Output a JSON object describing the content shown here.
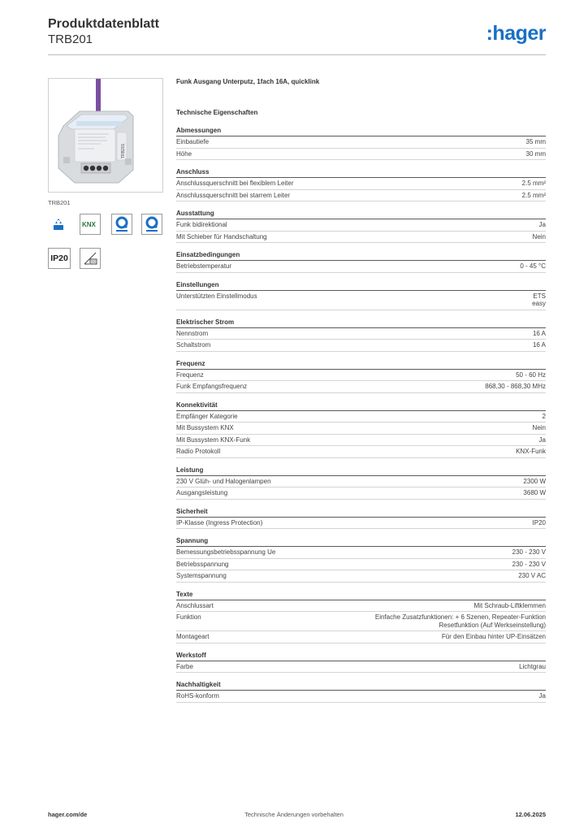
{
  "header": {
    "title": "Produktdatenblatt",
    "subtitle": "TRB201",
    "logo": ":hager"
  },
  "product": {
    "caption": "TRB201",
    "icons": [
      {
        "name": "ce-icon"
      },
      {
        "name": "knx-logo-icon",
        "text": "KNX"
      },
      {
        "name": "quicklink-icon-1"
      },
      {
        "name": "quicklink-icon-2"
      },
      {
        "name": "ip20-badge",
        "text": "IP20"
      },
      {
        "name": "flush-mount-icon"
      }
    ],
    "device_label": "TRB201"
  },
  "main": {
    "title": "Funk Ausgang Unterputz, 1fach 16A, quicklink",
    "section": "Technische Eigenschaften",
    "groups": [
      {
        "title": "Abmessungen",
        "rows": [
          {
            "label": "Einbautiefe",
            "value": "35 mm"
          },
          {
            "label": "Höhe",
            "value": "30 mm"
          }
        ]
      },
      {
        "title": "Anschluss",
        "rows": [
          {
            "label": "Anschlussquerschnitt bei flexiblem Leiter",
            "value": "2.5 mm²"
          },
          {
            "label": "Anschlussquerschnitt bei starrem Leiter",
            "value": "2.5 mm²"
          }
        ]
      },
      {
        "title": "Ausstattung",
        "rows": [
          {
            "label": "Funk bidirektional",
            "value": "Ja"
          },
          {
            "label": "Mit Schieber für Handschaltung",
            "value": "Nein"
          }
        ]
      },
      {
        "title": "Einsatzbedingungen",
        "rows": [
          {
            "label": "Betriebstemperatur",
            "value": "0 - 45 °C"
          }
        ]
      },
      {
        "title": "Einstellungen",
        "rows": [
          {
            "label": "Unterstützten Einstellmodus",
            "value": "ETS\neasy"
          }
        ]
      },
      {
        "title": "Elektrischer Strom",
        "rows": [
          {
            "label": "Nennstrom",
            "value": "16 A"
          },
          {
            "label": "Schaltstrom",
            "value": "16 A"
          }
        ]
      },
      {
        "title": "Frequenz",
        "rows": [
          {
            "label": "Frequenz",
            "value": "50 - 60 Hz"
          },
          {
            "label": "Funk Empfangsfrequenz",
            "value": "868,30 - 868,30 MHz"
          }
        ]
      },
      {
        "title": "Konnektivität",
        "rows": [
          {
            "label": "Empfänger Kategorie",
            "value": "2"
          },
          {
            "label": "Mit Bussystem KNX",
            "value": "Nein"
          },
          {
            "label": "Mit Bussystem KNX-Funk",
            "value": "Ja"
          },
          {
            "label": "Radio Protokoll",
            "value": "KNX-Funk"
          }
        ]
      },
      {
        "title": "Leistung",
        "rows": [
          {
            "label": "230 V Glüh- und Halogenlampen",
            "value": "2300 W"
          },
          {
            "label": "Ausgangsleistung",
            "value": "3680 W"
          }
        ]
      },
      {
        "title": "Sicherheit",
        "rows": [
          {
            "label": "IP-Klasse (Ingress Protection)",
            "value": "IP20"
          }
        ]
      },
      {
        "title": "Spannung",
        "rows": [
          {
            "label": "Bemessungsbetriebsspannung Ue",
            "value": "230 - 230 V"
          },
          {
            "label": "Betriebsspannung",
            "value": "230 - 230 V"
          },
          {
            "label": "Systemspannung",
            "value": "230 V AC"
          }
        ]
      },
      {
        "title": "Texte",
        "rows": [
          {
            "label": "Anschlussart",
            "value": "Mit Schraub-Liftklemmen"
          },
          {
            "label": "Funktion",
            "value": "Einfache Zusatzfunktionen: + 6 Szenen, Repeater-Funktion\nResetfunktion (Auf Werkseinstellung)"
          },
          {
            "label": "Montageart",
            "value": "Für den Einbau hinter UP-Einsätzen"
          }
        ]
      },
      {
        "title": "Werkstoff",
        "rows": [
          {
            "label": "Farbe",
            "value": "Lichtgrau"
          }
        ]
      },
      {
        "title": "Nachhaltigkeit",
        "rows": [
          {
            "label": "RoHS-konform",
            "value": "Ja"
          }
        ]
      }
    ]
  },
  "footer": {
    "left": "hager.com/de",
    "center": "Technische Änderungen vorbehalten",
    "right": "12.06.2025"
  },
  "colors": {
    "brand": "#1a6fc4",
    "device_body": "#e4e6e8",
    "antenna": "#7b4fa0"
  }
}
